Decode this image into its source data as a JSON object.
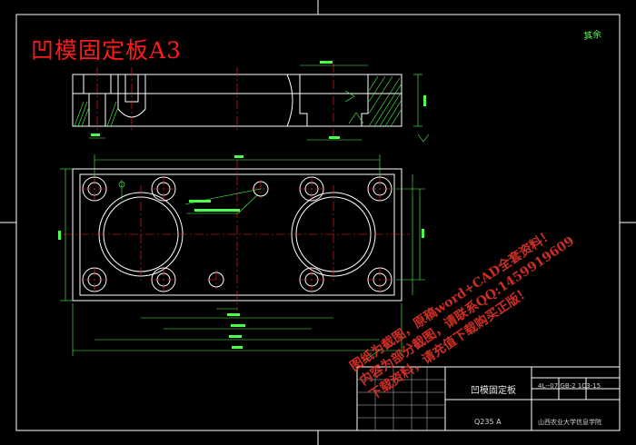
{
  "drawing": {
    "title": "凹模固定板A3",
    "corner_note": "其余",
    "title_block": {
      "part_name": "凹模固定板",
      "material": "Q235 A",
      "school": "山西农业大学信息学院",
      "top_right_note": "4L--07   GB-2   1C3-15"
    },
    "watermark_lines": [
      "图纸为截图，原稿word+CAD全套资料！",
      "内容为部分截图，请联系QQ:1459919609",
      "下载资料，请充值下载购买正版！"
    ]
  },
  "colors": {
    "background": "#000000",
    "outline": "#ffffff",
    "centerline": "#ff2020",
    "dimension": "#4cff4c",
    "hatch": "#4cff4c",
    "title_text": "#ff1a1a",
    "watermark": "#e3342a"
  }
}
